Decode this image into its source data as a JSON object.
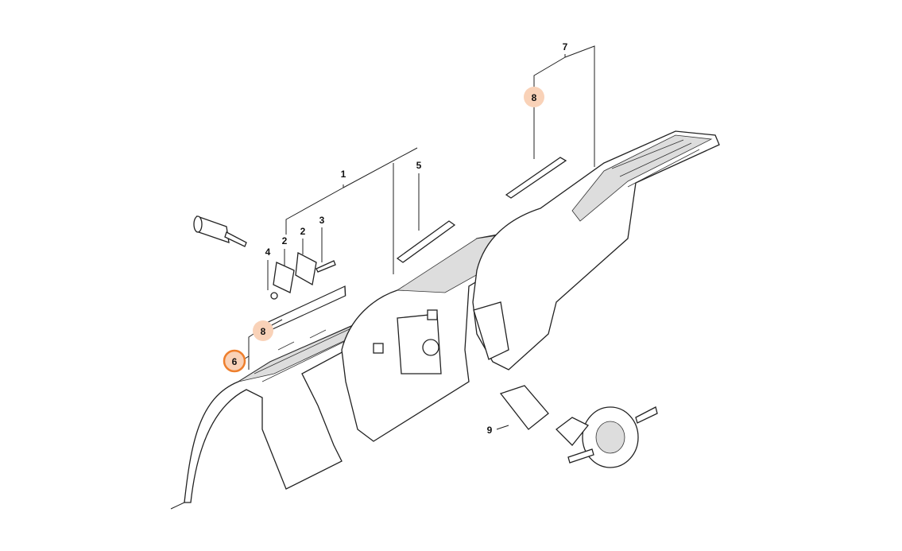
{
  "diagram": {
    "callouts": [
      {
        "id": "1",
        "label": "1",
        "highlighted": false
      },
      {
        "id": "2a",
        "label": "2",
        "highlighted": false
      },
      {
        "id": "2b",
        "label": "2",
        "highlighted": false
      },
      {
        "id": "3",
        "label": "3",
        "highlighted": false
      },
      {
        "id": "4",
        "label": "4",
        "highlighted": false
      },
      {
        "id": "5",
        "label": "5",
        "highlighted": false
      },
      {
        "id": "6",
        "label": "6",
        "highlighted": true,
        "selected": true
      },
      {
        "id": "7",
        "label": "7",
        "highlighted": false
      },
      {
        "id": "8a",
        "label": "8",
        "highlighted": true
      },
      {
        "id": "8b",
        "label": "8",
        "highlighted": true
      },
      {
        "id": "9",
        "label": "9",
        "highlighted": false
      }
    ],
    "colors": {
      "highlight_fill": "#f9d2b8",
      "selected_ring": "#ee7f2d",
      "line": "#222222"
    }
  }
}
